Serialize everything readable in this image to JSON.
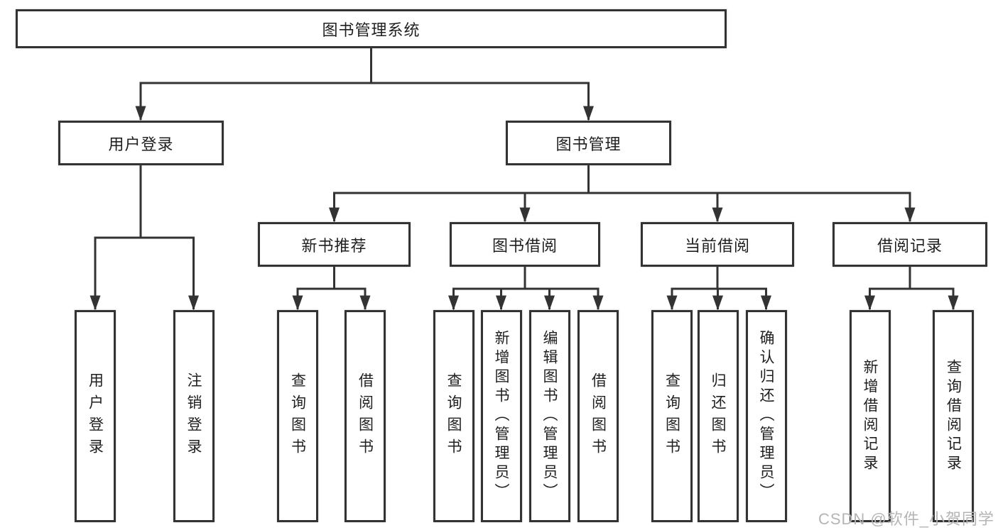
{
  "diagram": {
    "root": {
      "label": "图书管理系统"
    },
    "level2": [
      {
        "label": "用户登录"
      },
      {
        "label": "图书管理"
      }
    ],
    "level3": [
      {
        "label": "新书推荐",
        "parent": "图书管理"
      },
      {
        "label": "图书借阅",
        "parent": "图书管理"
      },
      {
        "label": "当前借阅",
        "parent": "图书管理"
      },
      {
        "label": "借阅记录",
        "parent": "图书管理"
      }
    ],
    "leaves": [
      {
        "label": "用户登录",
        "parent": "用户登录"
      },
      {
        "label": "注销登录",
        "parent": "用户登录"
      },
      {
        "label": "查询图书",
        "parent": "新书推荐"
      },
      {
        "label": "借阅图书",
        "parent": "新书推荐"
      },
      {
        "label": "查询图书",
        "parent": "图书借阅"
      },
      {
        "label": "新增图书（管理员）",
        "parent": "图书借阅"
      },
      {
        "label": "编辑图书（管理员）",
        "parent": "图书借阅"
      },
      {
        "label": "借阅图书",
        "parent": "图书借阅"
      },
      {
        "label": "查询图书",
        "parent": "当前借阅"
      },
      {
        "label": "归还图书",
        "parent": "当前借阅"
      },
      {
        "label": "确认归还（管理员）",
        "parent": "当前借阅"
      },
      {
        "label": "新增借阅记录",
        "parent": "借阅记录"
      },
      {
        "label": "查询借阅记录",
        "parent": "借阅记录"
      }
    ]
  },
  "watermark": {
    "text": "CSDN @软件_小贺同学"
  },
  "colors": {
    "line": "#333333",
    "text": "#1f1f1f",
    "background": "#ffffff",
    "watermark": "#b5b5b5"
  }
}
